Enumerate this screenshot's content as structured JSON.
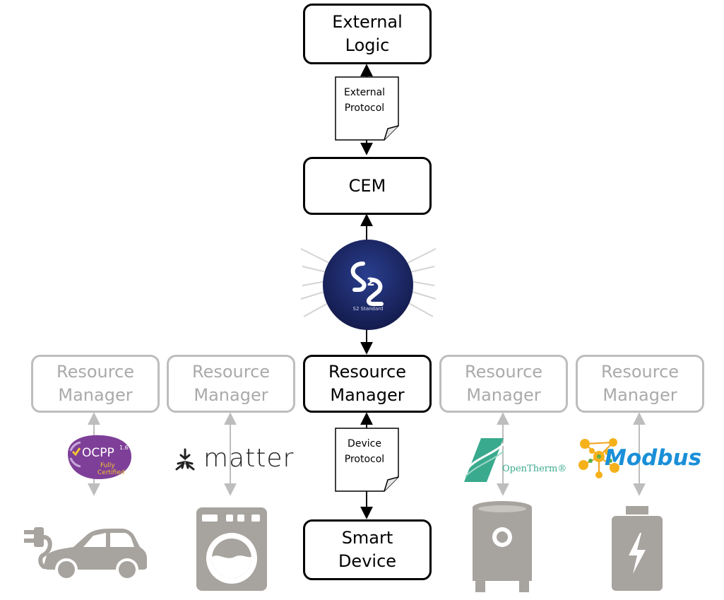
{
  "external_logic": {
    "line1": "External",
    "line2": "Logic"
  },
  "external_protocol": {
    "line1": "External",
    "line2": "Protocol"
  },
  "cem": {
    "label": "CEM"
  },
  "s2_logo": {
    "caption": "S2 Standard",
    "mark": "2"
  },
  "resource_managers": [
    {
      "line1": "Resource",
      "line2": "Manager",
      "active": false
    },
    {
      "line1": "Resource",
      "line2": "Manager",
      "active": false
    },
    {
      "line1": "Resource",
      "line2": "Manager",
      "active": true
    },
    {
      "line1": "Resource",
      "line2": "Manager",
      "active": false
    },
    {
      "line1": "Resource",
      "line2": "Manager",
      "active": false
    }
  ],
  "device_protocol": {
    "line1": "Device",
    "line2": "Protocol"
  },
  "smart_device": {
    "line1": "Smart",
    "line2": "Device"
  },
  "protocol_logos": {
    "ocpp": {
      "name": "OCPP",
      "version": "1.6",
      "line1": "Fully",
      "line2": "Certified"
    },
    "matter": {
      "name": "matter"
    },
    "opentherm": {
      "name": "OpenTherm®"
    },
    "modbus": {
      "name": "Modbus"
    }
  },
  "device_icons": [
    "electric-car-icon",
    "washing-machine-icon",
    "boiler-icon",
    "battery-icon"
  ],
  "colors": {
    "active": "#000000",
    "inactive_border": "#bdbdbd",
    "inactive_text": "#aaaaaa",
    "icon_gray": "#a7a39e",
    "s2_navy": "#1c2a6b",
    "ocpp_purple": "#7e3f98",
    "modbus_blue": "#1a8fd8",
    "opentherm_green": "#3aaa8e"
  }
}
